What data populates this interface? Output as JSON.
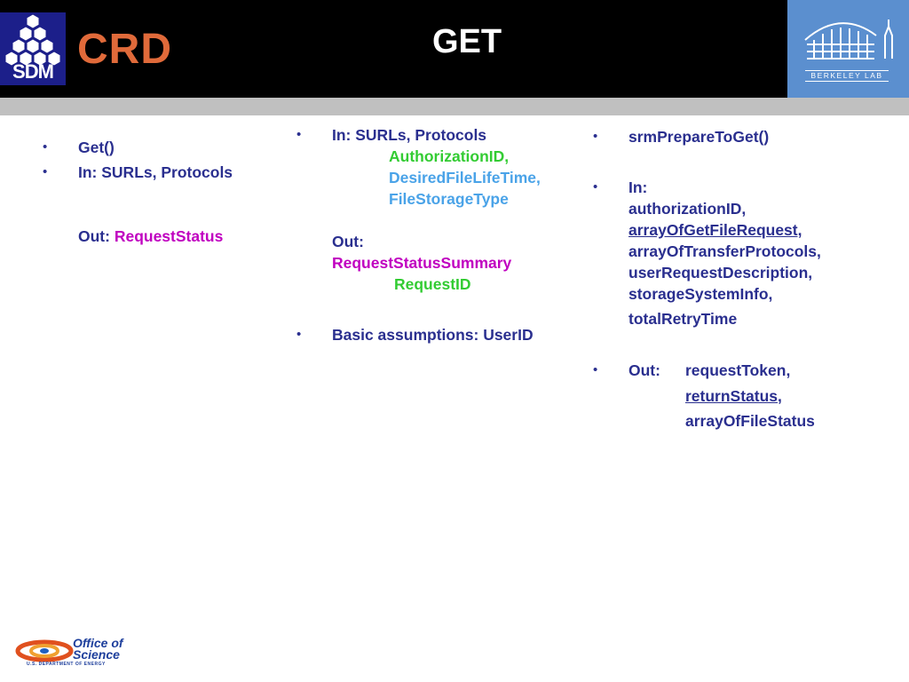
{
  "header": {
    "title": "GET",
    "crd": "CRD",
    "sdm_logo_text": "SDM",
    "berkeley_logo_text": "BERKELEY LAB"
  },
  "col1": {
    "b1": "Get()",
    "b2": "In: SURLs, Protocols",
    "out_label": "Out: ",
    "out_value": "RequestStatus"
  },
  "col2": {
    "in_line": "In: SURLs, Protocols",
    "in_extra": [
      "AuthorizationID,",
      "DesiredFileLifeTime,",
      "FileStorageType"
    ],
    "out_label": "Out:",
    "out_value": "RequestStatusSummary",
    "out_extra": "RequestID",
    "b2": "Basic assumptions: UserID"
  },
  "col3": {
    "b1": "srmPrepareToGet()",
    "in_label": "In:",
    "in_params": [
      "authorizationID,",
      "arrayOfGetFileRequest,",
      "arrayOfTransferProtocols,",
      "userRequestDescription,",
      "storageSystemInfo,",
      "totalRetryTime"
    ],
    "out_label": "Out:",
    "out_params": [
      "requestToken",
      ",",
      "returnStatus,",
      "arrayOfFileStatus"
    ]
  },
  "footer": {
    "office_line1": "Office of",
    "office_line2": "Science",
    "doe": "U.S. DEPARTMENT OF ENERGY"
  },
  "colors": {
    "header_bg": "#000000",
    "crd": "#e06a3a",
    "body_text": "#2a2f8f",
    "green": "#33cc33",
    "light_blue": "#4aa3e8",
    "magenta": "#c000c0",
    "berkeley_bg": "#5b8fcf"
  }
}
